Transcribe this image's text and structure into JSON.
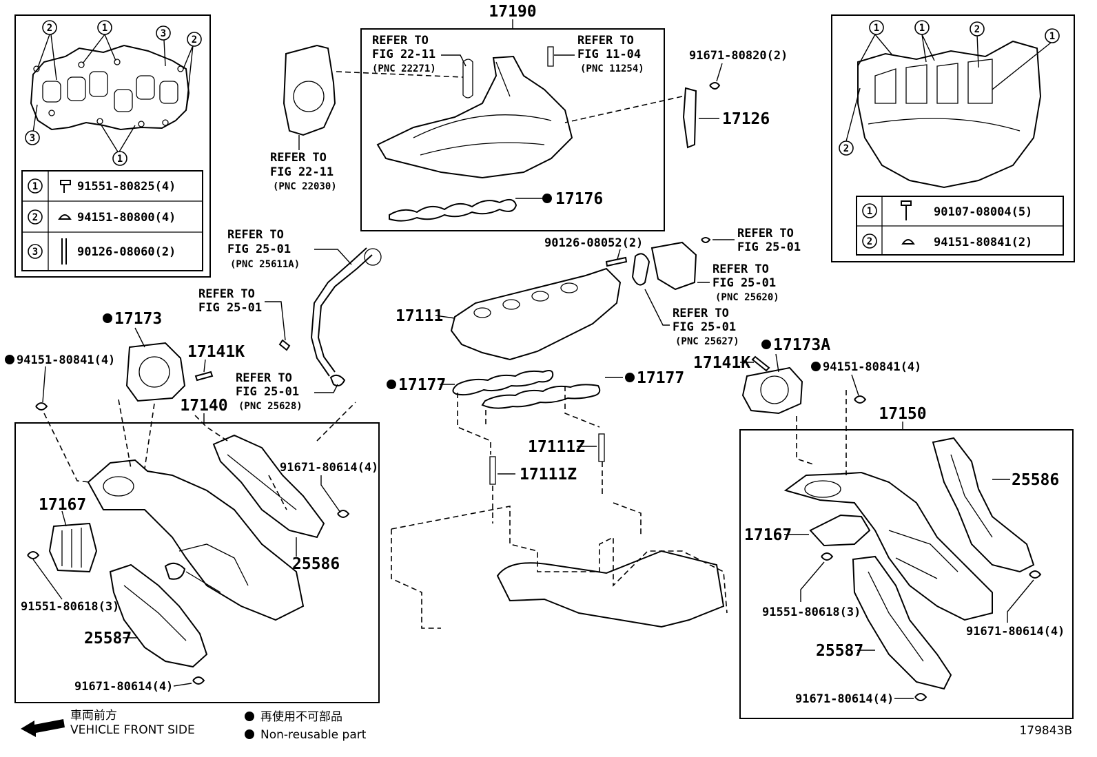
{
  "callouts": {
    "c_17190": "17190",
    "c_17126": "17126",
    "c_17176": "17176",
    "c_17111": "17111",
    "c_17173": "17173",
    "c_17173A": "17173A",
    "c_17141K_l": "17141K",
    "c_17141K_r": "17141K",
    "c_17140": "17140",
    "c_17150": "17150",
    "c_17177_l": "17177",
    "c_17177_r": "17177",
    "c_17111Z_a": "17111Z",
    "c_17111Z_b": "17111Z",
    "c_17167_l": "17167",
    "c_17167_r": "17167",
    "c_25586_l": "25586",
    "c_25586_r": "25586",
    "c_25587_l": "25587",
    "c_25587_r": "25587",
    "c_91671_80820": "91671-80820(2)",
    "c_90126_08052": "90126-08052(2)",
    "c_94151_80841_l": "94151-80841(4)",
    "c_94151_80841_r": "94151-80841(4)",
    "c_91671_80614_a": "91671-80614(4)",
    "c_91671_80614_b": "91671-80614(4)",
    "c_91671_80614_c": "91671-80614(4)",
    "c_91671_80614_d": "91671-80614(4)",
    "c_91551_80618_l": "91551-80618(3)",
    "c_91551_80618_r": "91551-80618(3)"
  },
  "refs": {
    "r1": [
      "REFER TO",
      "FIG 22-11",
      "(PNC 22271)"
    ],
    "r2": [
      "REFER TO",
      "FIG 11-04",
      "(PNC 11254)"
    ],
    "r3": [
      "REFER TO",
      "FIG 22-11",
      "(PNC 22030)"
    ],
    "r4": [
      "REFER TO",
      "FIG 25-01",
      "(PNC 25611A)"
    ],
    "r5": [
      "REFER TO",
      "FIG 25-01"
    ],
    "r6": [
      "REFER TO",
      "FIG 25-01",
      "(PNC 25628)"
    ],
    "r7": [
      "REFER TO",
      "FIG 25-01"
    ],
    "r8": [
      "REFER TO",
      "FIG 25-01",
      "(PNC 25620)"
    ],
    "r9": [
      "REFER TO",
      "FIG 25-01",
      "(PNC 25627)"
    ]
  },
  "left_table": [
    {
      "num": "1",
      "part": "91551-80825(4)"
    },
    {
      "num": "2",
      "part": "94151-80800(4)"
    },
    {
      "num": "3",
      "part": "90126-08060(2)"
    }
  ],
  "right_table": [
    {
      "num": "1",
      "part": "90107-08004(5)"
    },
    {
      "num": "2",
      "part": "94151-80841(2)"
    }
  ],
  "left_inset_marks": [
    "2",
    "1",
    "3",
    "2",
    "3",
    "1"
  ],
  "right_inset_marks": [
    "1",
    "1",
    "2",
    "1",
    "2"
  ],
  "footer": {
    "front_jp": "車両前方",
    "front_en": "VEHICLE FRONT SIDE",
    "legend_jp": "再使用不可部品",
    "legend_en": "Non-reusable part",
    "figure_id": "179843B"
  }
}
